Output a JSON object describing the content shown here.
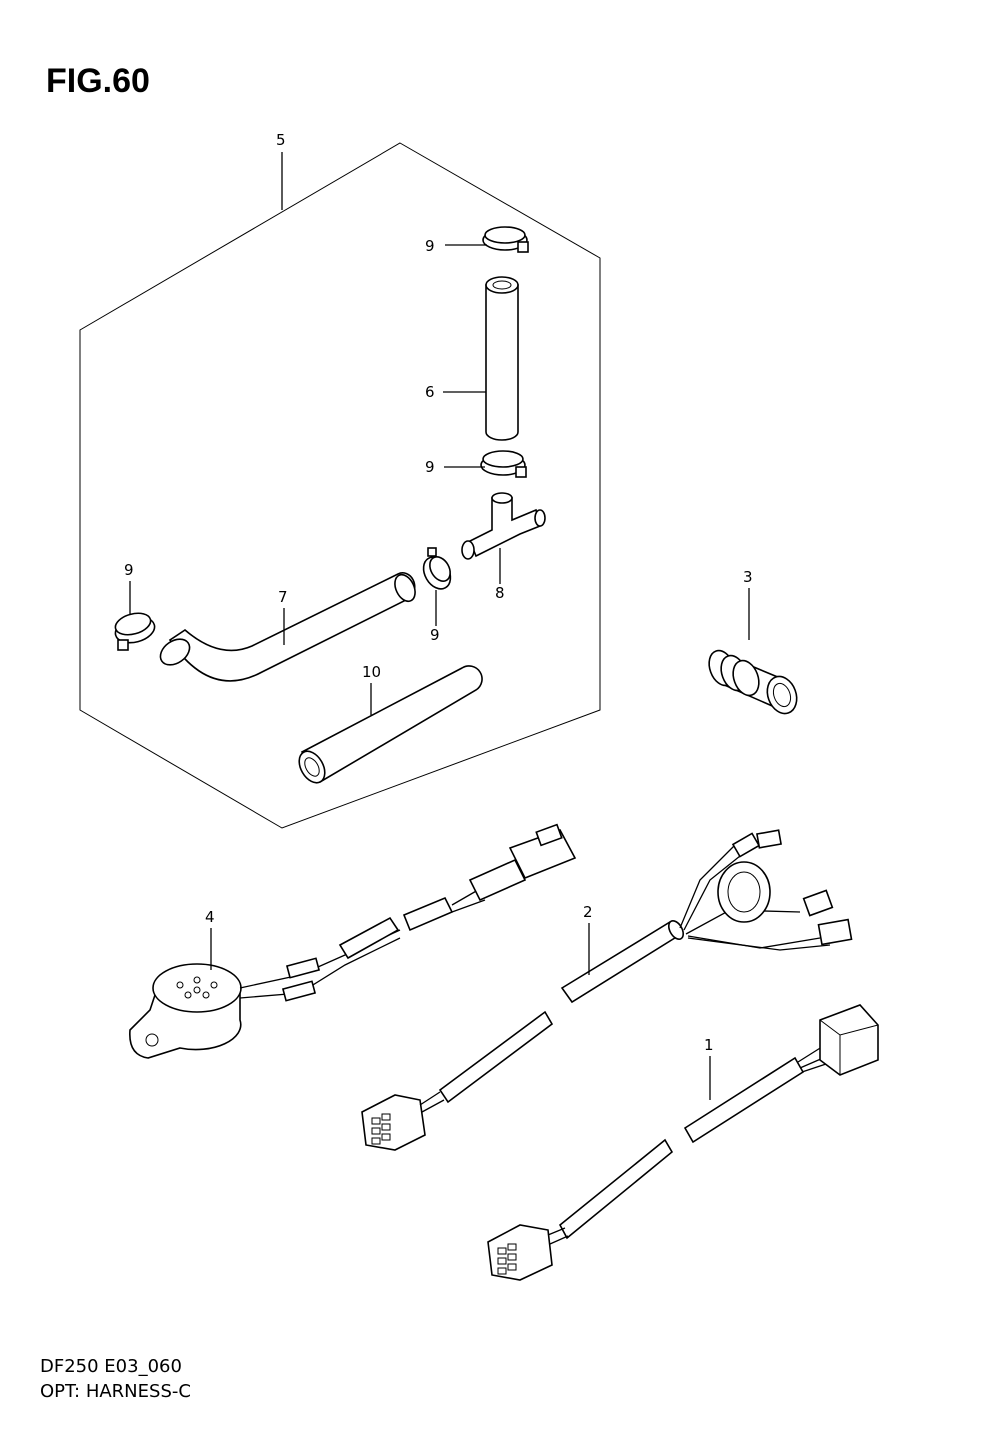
{
  "figure": {
    "title": "FIG.60"
  },
  "callouts": {
    "c1": "1",
    "c2": "2",
    "c3": "3",
    "c4": "4",
    "c5": "5",
    "c6": "6",
    "c7": "7",
    "c8": "8",
    "c9a": "9",
    "c9b": "9",
    "c9c": "9",
    "c9d": "9",
    "c10": "10"
  },
  "footer": {
    "model_code": "DF250 E03_060",
    "section_name": "OPT: HARNESS-C"
  }
}
